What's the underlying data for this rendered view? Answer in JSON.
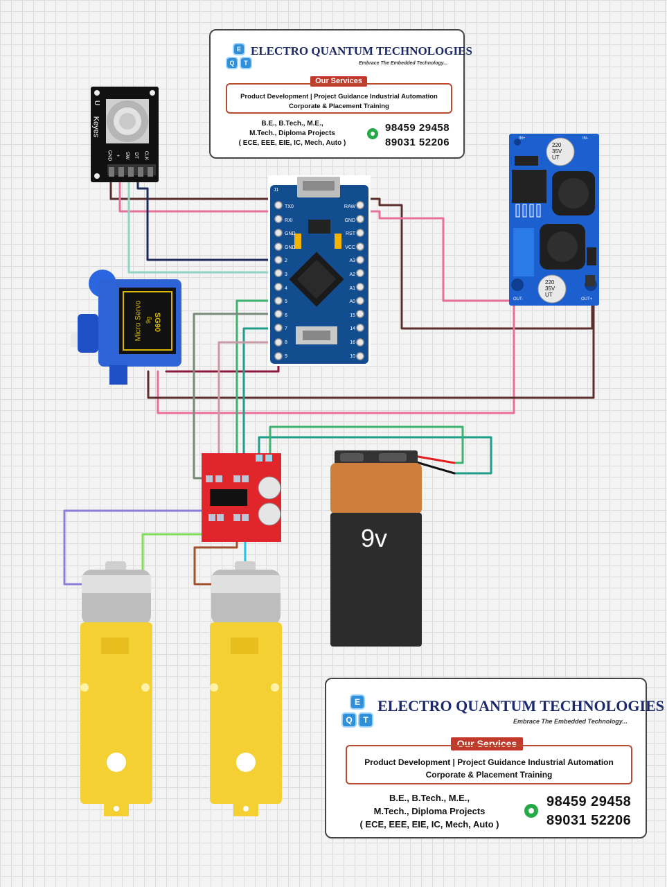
{
  "card": {
    "brand": "ELECTRO QUANTUM TECHNOLOGIES",
    "tagline": "Embrace The Embedded Technology...",
    "logo_letters": [
      "E",
      "Q",
      "T"
    ],
    "services_title": "Our Services",
    "services_line1": "Product Development | Project Guidance Industrial Automation",
    "services_line2": "Corporate & Placement Training",
    "quals_line1": "B.E., B.Tech., M.E.,",
    "quals_line2": "M.Tech., Diploma Projects",
    "quals_line3": "( ECE, EEE, EIE, IC, Mech, Auto )",
    "phone1": "98459 29458",
    "phone2": "89031 52206"
  },
  "encoder": {
    "side_label": "Keyes",
    "side_letter": "U",
    "pins": [
      "GND",
      "+",
      "SW",
      "DT",
      "CLK"
    ]
  },
  "arduino": {
    "left_pins": [
      "TX0",
      "RXI",
      "GND",
      "GND",
      "2",
      "3",
      "4",
      "5",
      "6",
      "7",
      "8",
      "9"
    ],
    "right_pins": [
      "RAW",
      "GND",
      "RST",
      "VCC",
      "A3",
      "A2",
      "A1",
      "A0",
      "15",
      "14",
      "16",
      "10"
    ],
    "header_label": "J1"
  },
  "buck": {
    "cap_top": [
      "220",
      "35V",
      "UT"
    ],
    "cap_bottom": [
      "220",
      "35V",
      "UT"
    ],
    "in_plus": "IN+",
    "in_minus": "IN-",
    "out_minus": "OUT-",
    "out_plus": "OUT+"
  },
  "servo": {
    "label": "Micro Servo",
    "model": "SG90",
    "weight": "9g"
  },
  "battery": {
    "label": "9v"
  },
  "colors": {
    "wire_brown": "#5c2d2d",
    "wire_pink": "#e86f9a",
    "wire_teal": "#8fd3c4",
    "wire_navy": "#1b2a5a",
    "wire_green": "#3cb371",
    "wire_gray": "#7a8a7a",
    "wire_mauve": "#c89aa6",
    "wire_cyan": "#00bcd4",
    "wire_purple": "#8e7cd6",
    "wire_lime": "#7ee05a",
    "wire_rust": "#a0522d",
    "wire_maroon": "#8b1a3a",
    "arduino_blue": "#124d8f",
    "driver_red": "#e0252b",
    "buck_blue": "#1c5fcf",
    "motor_yellow": "#f4d033",
    "battery_orange": "#cd7f3b",
    "battery_body": "#2c2c2c"
  }
}
